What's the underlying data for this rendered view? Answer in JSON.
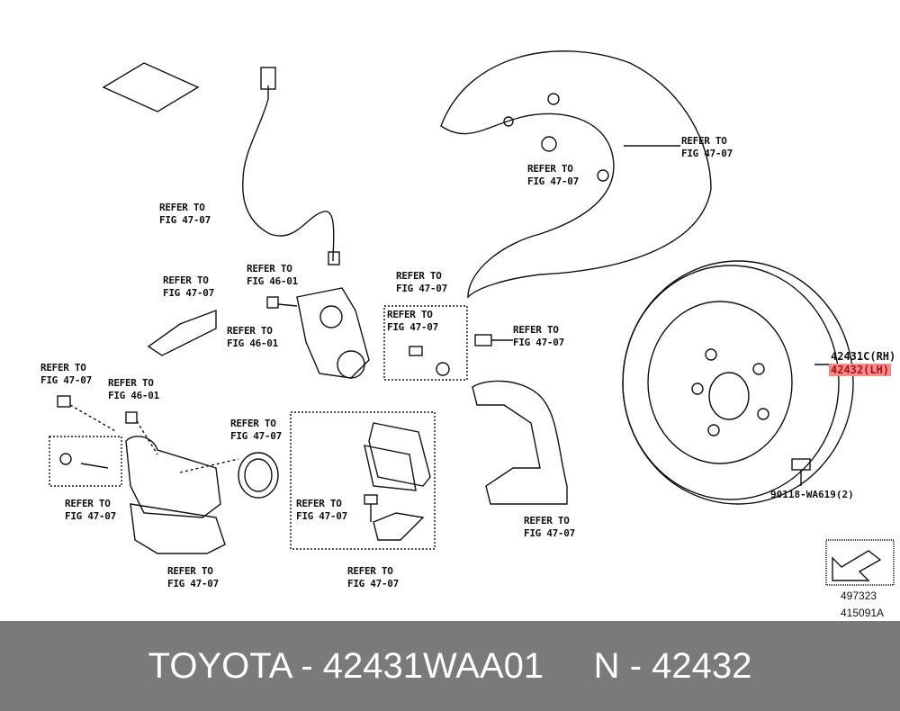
{
  "refer_labels": [
    {
      "line1": "REFER TO",
      "line2": "FIG 47-07"
    },
    {
      "line1": "REFER TO",
      "line2": "FIG 47-07"
    },
    {
      "line1": "REFER TO",
      "line2": "FIG 47-07"
    },
    {
      "line1": "REFER TO",
      "line2": "FIG 46-01"
    },
    {
      "line1": "REFER TO",
      "line2": "FIG 47-07"
    },
    {
      "line1": "REFER TO",
      "line2": "FIG 47-07"
    },
    {
      "line1": "REFER TO",
      "line2": "FIG 46-01"
    },
    {
      "line1": "REFER TO",
      "line2": "FIG 47-07"
    },
    {
      "line1": "REFER TO",
      "line2": "FIG 47-07"
    },
    {
      "line1": "REFER TO",
      "line2": "FIG 47-07"
    },
    {
      "line1": "REFER TO",
      "line2": "FIG 46-01"
    },
    {
      "line1": "REFER TO",
      "line2": "FIG 47-07"
    },
    {
      "line1": "REFER TO",
      "line2": "FIG 47-07"
    },
    {
      "line1": "REFER TO",
      "line2": "FIG 47-07"
    },
    {
      "line1": "REFER TO",
      "line2": "FIG 47-07"
    },
    {
      "line1": "REFER TO",
      "line2": "FIG 47-07"
    },
    {
      "line1": "REFER TO",
      "line2": "FIG 47-07"
    }
  ],
  "parts": {
    "rh": "42431C(RH)",
    "lh": "42432(LH)",
    "bolt": "90118-WA619(2)"
  },
  "codes": {
    "illustration": "497323",
    "figure": "415091A"
  },
  "footer": {
    "text": "TOYOTA - 42431WAA01     N - 42432"
  },
  "colors": {
    "highlight": "#f28b8b",
    "footer_bg": "#7a7a7a"
  }
}
